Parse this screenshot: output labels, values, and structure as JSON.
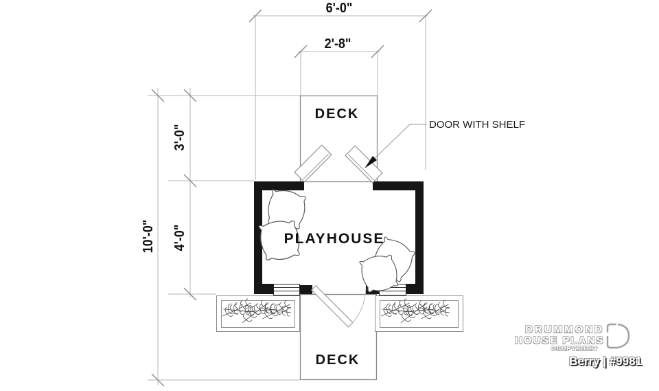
{
  "plan": {
    "playhouse_label": "PLAYHOUSE",
    "deck_top_label": "DECK",
    "deck_bottom_label": "DECK",
    "door_annotation": "DOOR WITH SHELF",
    "dimensions": {
      "overall_width": "6'-0\"",
      "top_deck_width": "2'-8\"",
      "overall_depth": "10'-0\"",
      "top_deck_depth": "3'-0\"",
      "playhouse_depth": "4'-0\""
    }
  },
  "branding": {
    "brand_line1": "DRUMMOND",
    "brand_line2": "HOUSE PLANS",
    "copyright": "©COPYRIGHT",
    "plan_name": "Berry | #9981"
  },
  "colors": {
    "wall": "#161616",
    "dimension_line": "#b5b5b5",
    "outline_gray": "#8a8a8a",
    "text": "#111111",
    "background": "#ffffff"
  }
}
